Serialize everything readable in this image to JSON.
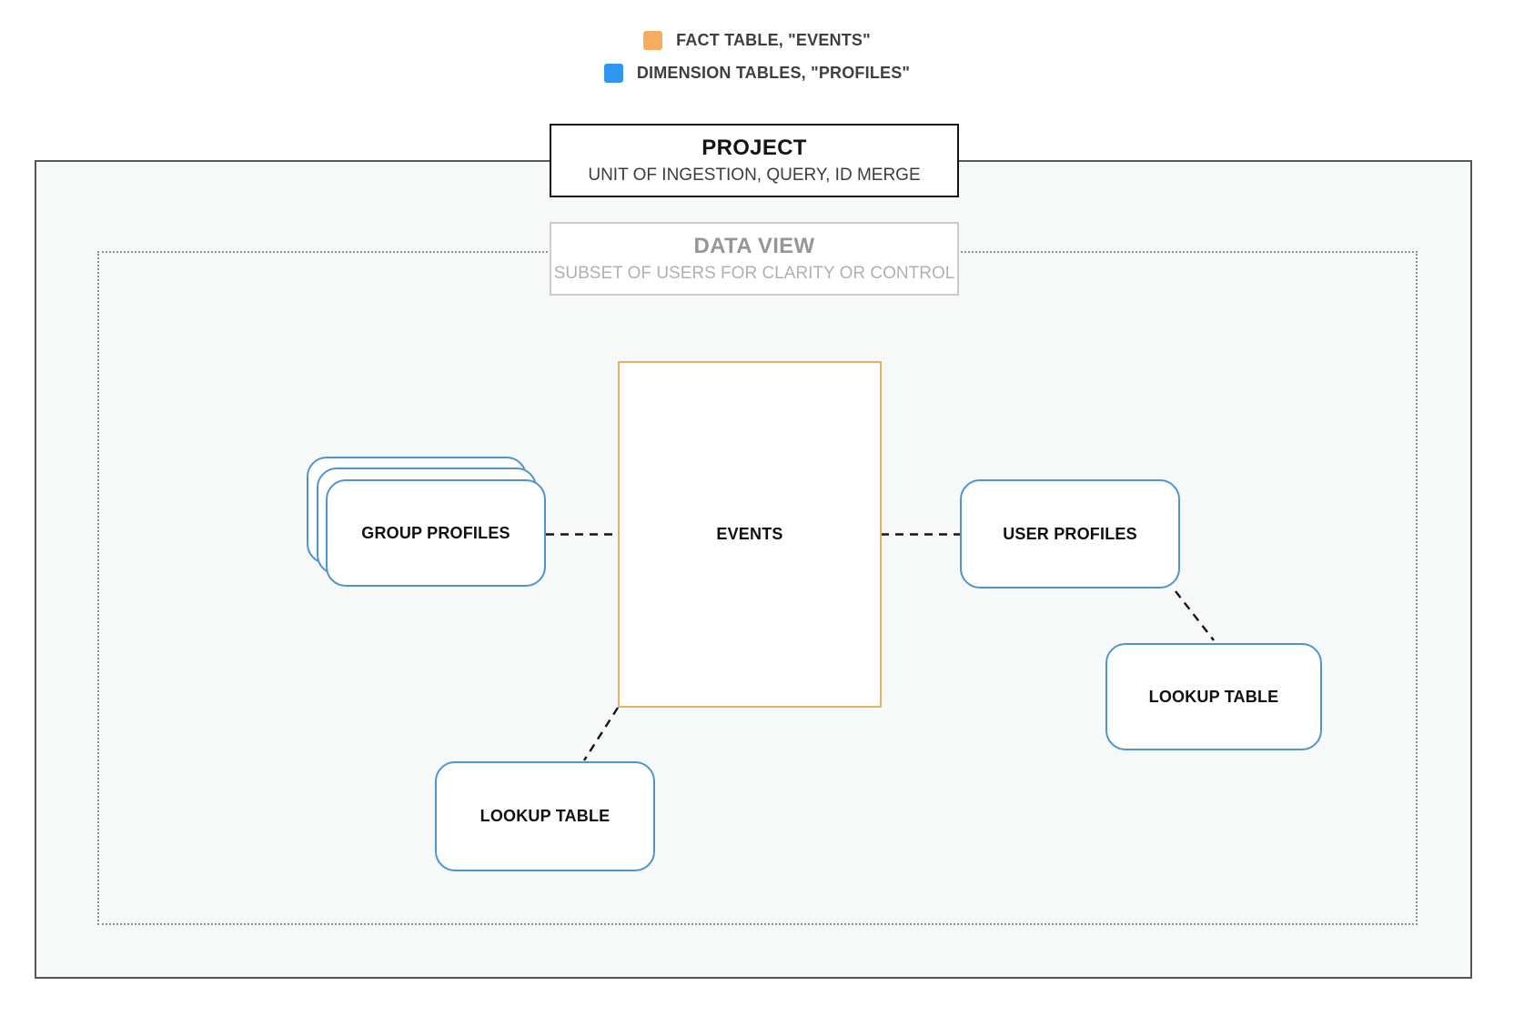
{
  "legend": {
    "items": [
      {
        "name": "fact-table",
        "label": "FACT TABLE, \"EVENTS\"",
        "color": "#F7AD60"
      },
      {
        "name": "dimension-tables",
        "label": "DIMENSION TABLES, \"PROFILES\"",
        "color": "#2E96F0"
      }
    ]
  },
  "project": {
    "title": "PROJECT",
    "subtitle": "UNIT OF INGESTION, QUERY, ID MERGE"
  },
  "data_view": {
    "title": "DATA VIEW",
    "subtitle": "SUBSET OF USERS FOR CLARITY OR CONTROL"
  },
  "nodes": {
    "events": {
      "label": "EVENTS",
      "type": "fact"
    },
    "group_profiles": {
      "label": "GROUP PROFILES",
      "type": "dimension"
    },
    "user_profiles": {
      "label": "USER PROFILES",
      "type": "dimension"
    },
    "lookup_table_bottom": {
      "label": "LOOKUP TABLE",
      "type": "dimension"
    },
    "lookup_table_right": {
      "label": "LOOKUP TABLE",
      "type": "dimension"
    }
  },
  "colors": {
    "fact_border": "#EBAE68",
    "dimension_border": "#4E94D0",
    "project_border": "#141414",
    "data_view_border": "#C9CBCD",
    "outer_border": "#565758",
    "dotted_border": "#8E9092",
    "connector": "#161616",
    "inner_background": "#F7F8F8"
  }
}
